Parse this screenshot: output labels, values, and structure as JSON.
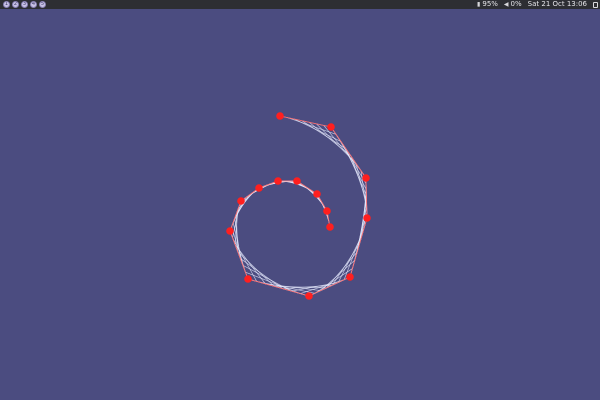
{
  "topbar": {
    "workspaces": [
      "1",
      "2",
      "3",
      "4",
      "5"
    ],
    "battery": "95%",
    "volume": "0%",
    "datetime": "Sat 21 Oct 13:06",
    "icons": {
      "battery": "battery-icon",
      "volume": "speaker-icon",
      "menu": "panel-menu-icon"
    }
  },
  "scene": {
    "background": "#4b4c80",
    "control_point_color": "#ff1f1f",
    "curve_color": "#e8ecff",
    "polygon_color": "#ff5a5a"
  }
}
